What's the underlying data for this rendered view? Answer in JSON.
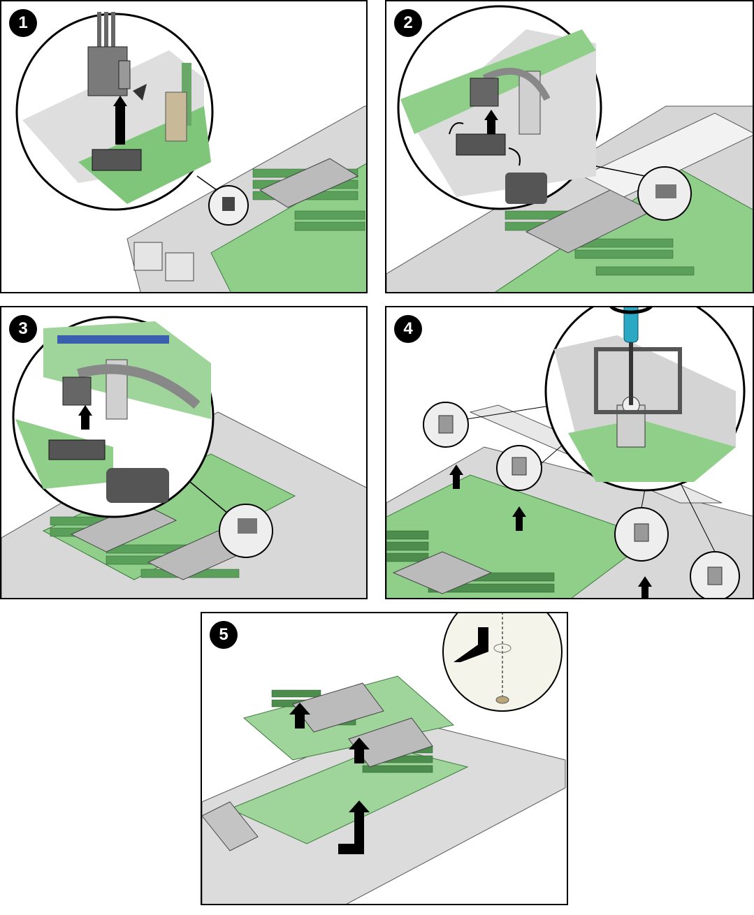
{
  "diagram": {
    "steps": [
      {
        "number": "1"
      },
      {
        "number": "2"
      },
      {
        "number": "3"
      },
      {
        "number": "4"
      },
      {
        "number": "5"
      }
    ]
  }
}
